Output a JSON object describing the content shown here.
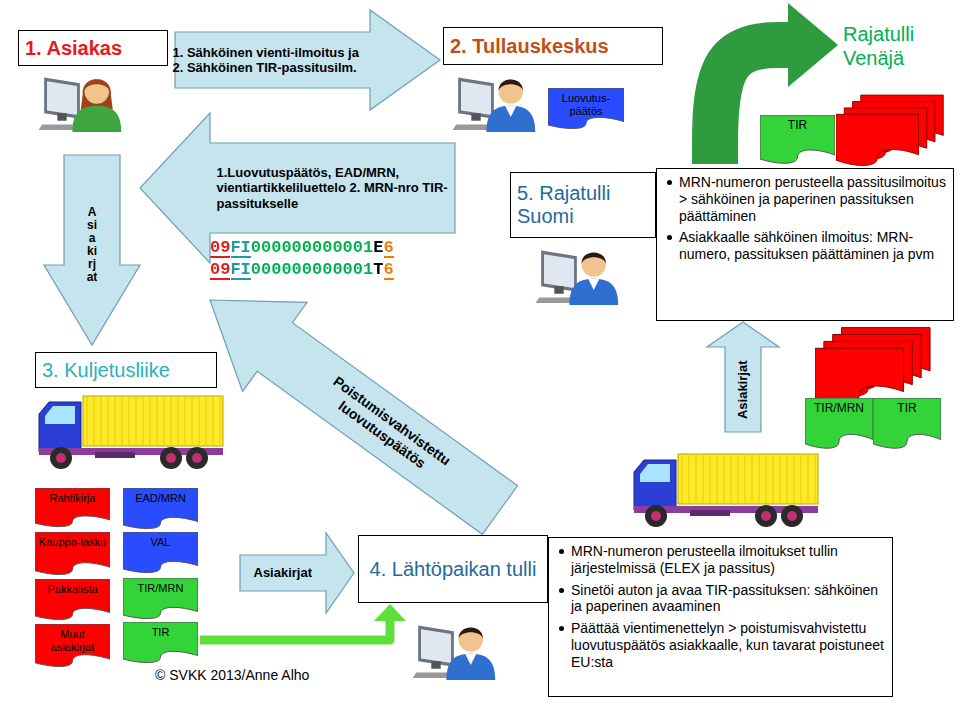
{
  "diagram": {
    "nodes": [
      {
        "text": [
          "1. Asiakas"
        ]
      },
      {
        "text": [
          "2. Tullauskeskus"
        ]
      },
      {
        "text": [
          "Luovutus-päätös"
        ]
      },
      {
        "text": [
          "Rajatulli Venäjä"
        ]
      },
      {
        "text": [
          "TIR"
        ]
      },
      {
        "text": [
          "5. Rajatulli Suomi"
        ]
      },
      {
        "text": [
          "MRN-numeron perusteella passitusilmoitus > sähköinen ja paperinen passituksen päättäminen",
          "Asiakkaalle sähköinen ilmoitus: MRN-numero, passituksen päättäminen ja pvm"
        ]
      },
      {
        "text": [
          "3. Kuljetusliike"
        ]
      },
      {
        "text": [
          "Rahtikirja"
        ]
      },
      {
        "text": [
          "Kauppa-lasku"
        ]
      },
      {
        "text": [
          "Pakkalista"
        ]
      },
      {
        "text": [
          "Muut asiakirjat"
        ]
      },
      {
        "text": [
          "EAD/MRN"
        ]
      },
      {
        "text": [
          "VAL"
        ]
      },
      {
        "text": [
          "TIR/MRN"
        ]
      },
      {
        "text": [
          "TIR"
        ]
      },
      {
        "text": [
          "4. Lähtöpaikan tulli"
        ]
      },
      {
        "text": [
          "MRN-numeron perusteella ilmoitukset tullin järjestelmissä (ELEX ja passitus)",
          "Sinetöi auton ja avaa TIR-passituksen: sähköinen ja paperinen avaaminen",
          "Päättää vientimenettelyn > poistumisvahvistettu luovutuspäätös asiakkaalle, kun tavarat poistuneet EU:sta"
        ]
      },
      {
        "text": [
          "TIR/MRN"
        ]
      },
      {
        "text": [
          "TIR"
        ]
      }
    ],
    "edges": [
      {
        "from": 0,
        "to": 1,
        "label": "1. Sähköinen vienti-ilmoitus ja 2. Sähköinen TIR-passitusilm.",
        "arrow": "to"
      },
      {
        "from": 1,
        "to": 0,
        "label": "1.Luovutuspäätös, EAD/MRN, vientiartikkeliluettelo 2. MRN-nro TIR-passitukselle",
        "arrow": "to"
      },
      {
        "from": 0,
        "to": 7,
        "label": "Asiakirjat",
        "arrow": "to"
      },
      {
        "from": 7,
        "to": 16,
        "label": "Asiakirjat",
        "arrow": "to"
      },
      {
        "from": 16,
        "to": 0,
        "label": "Poistumisvahvistettu luovutuspäätös",
        "arrow": "to"
      },
      {
        "from": 18,
        "to": 6,
        "label": "Asiakirjat",
        "arrow": "to"
      },
      {
        "from": 4,
        "to": 3,
        "arrow": "to"
      },
      {
        "from": 15,
        "to": 16,
        "arrow": "to"
      }
    ],
    "labels": [
      "09FI000000000001E6",
      "09FI000000000001T6",
      "© SVKK 2013/Anne Alho"
    ]
  }
}
